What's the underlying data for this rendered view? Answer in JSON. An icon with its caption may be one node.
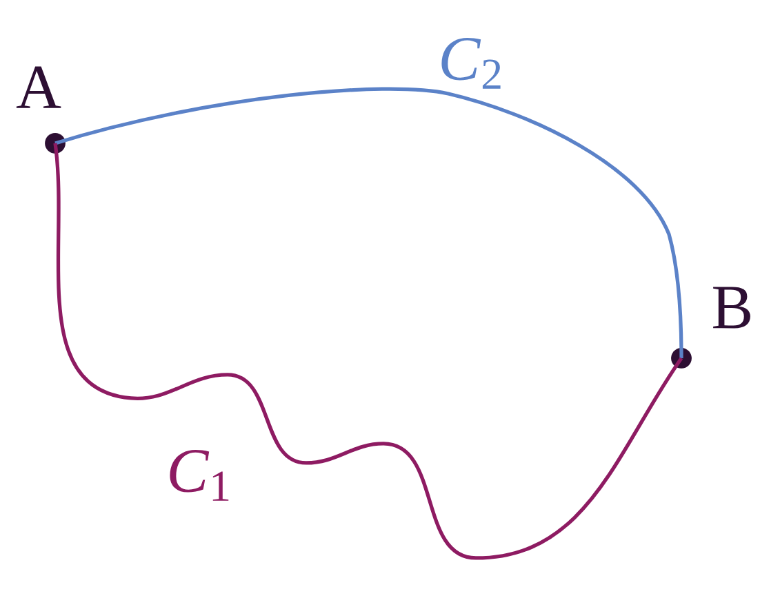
{
  "diagram": {
    "nodes": [
      {
        "text": [
          "A"
        ]
      },
      {
        "text": [
          "B"
        ]
      }
    ],
    "edges": [
      {
        "from": 0,
        "to": 1,
        "arrow": "none",
        "label": "*C*$_{2}$",
        "color": "#5b82c8"
      },
      {
        "from": 0,
        "to": 1,
        "arrow": "none",
        "label": "*C*$_{1}$",
        "color": "#8e1b62"
      }
    ]
  }
}
